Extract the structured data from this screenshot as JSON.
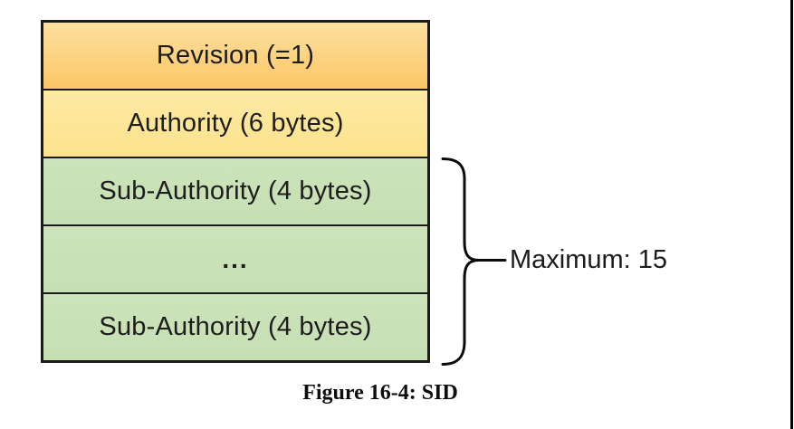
{
  "diagram": {
    "rows": [
      {
        "kind": "revision",
        "label": "Revision (=1)"
      },
      {
        "kind": "authority",
        "label": "Authority (6 bytes)"
      },
      {
        "kind": "subauthority",
        "label": "Sub-Authority (4 bytes)"
      },
      {
        "kind": "subauthority",
        "label": "..."
      },
      {
        "kind": "subauthority",
        "label": "Sub-Authority (4 bytes)"
      }
    ],
    "brace_label": "Maximum: 15",
    "caption": "Figure 16-4: SID",
    "colors": {
      "revision_top": "#fddf9f",
      "revision_bottom": "#fbc766",
      "authority_top": "#fdeaa4",
      "authority_bottom": "#fce28c",
      "subauthority_top": "#cde3bb",
      "subauthority_bottom": "#c6dfb2",
      "border": "#1a1a1a",
      "brace": "#0b0b0b",
      "page_border": "#000000"
    }
  }
}
